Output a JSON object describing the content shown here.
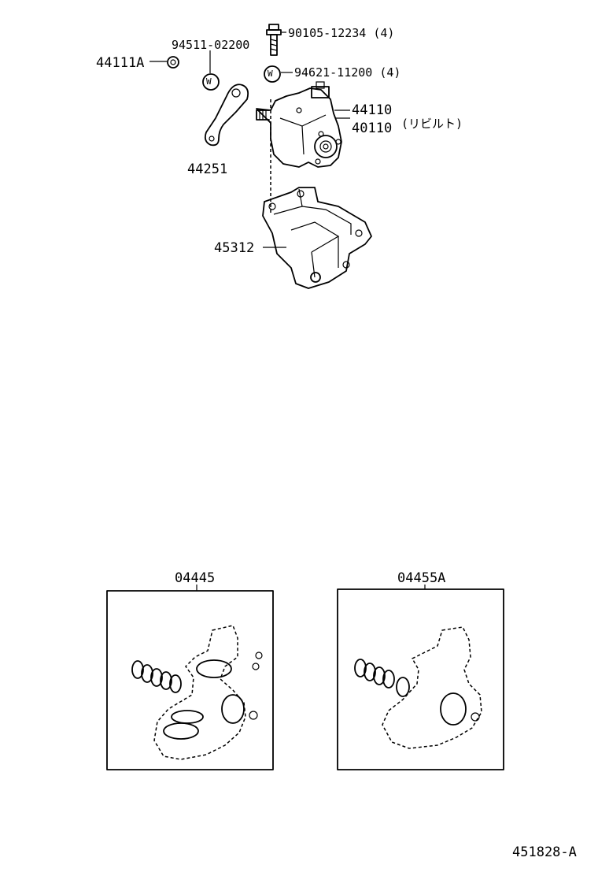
{
  "diagram": {
    "parts": {
      "p44111a": "44111A",
      "p94511": "94511-02200",
      "p90105": "90105-12234",
      "p90105_qty": "(4)",
      "p94621": "94621-11200",
      "p94621_qty": "(4)",
      "p44110": "44110",
      "p40110": "40110",
      "p40110_note": "(リビルト)",
      "p44251": "44251",
      "p45312": "45312",
      "kit1": "04445",
      "kit2": "04455A"
    },
    "washer_symbol": "W",
    "drawing_ref": "451828-A"
  }
}
